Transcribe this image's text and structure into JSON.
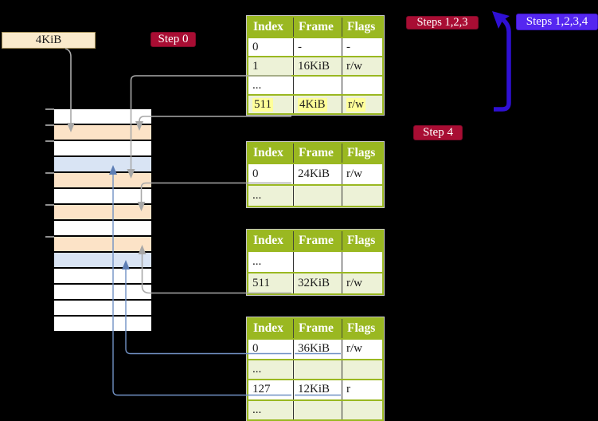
{
  "memory_box": {
    "label": "4KiB"
  },
  "badges": {
    "step0": {
      "label": "Step 0"
    },
    "steps123": {
      "label": "Steps 1,2,3"
    },
    "steps1234": {
      "label": "Steps 1,2,3,4"
    },
    "step4": {
      "label": "Step 4"
    }
  },
  "physical_memory": {
    "rows": [
      "white",
      "peach",
      "white",
      "blue",
      "peach",
      "white",
      "peach",
      "white",
      "peach",
      "blue",
      "white",
      "white",
      "white",
      "white"
    ],
    "tick_offsets_kib": [
      0,
      4,
      8,
      16,
      24,
      32
    ]
  },
  "tables": [
    {
      "name": "page-table-step0",
      "headers": [
        "Index",
        "Frame",
        "Flags"
      ],
      "rows": [
        {
          "cells": [
            "0",
            "-",
            "-"
          ],
          "shaded": false,
          "highlight": false
        },
        {
          "cells": [
            "1",
            "16KiB",
            "r/w"
          ],
          "shaded": true,
          "highlight": false
        },
        {
          "cells": [
            "...",
            "",
            ""
          ],
          "shaded": false,
          "highlight": false
        },
        {
          "cells": [
            "511",
            "4KiB",
            "r/w"
          ],
          "shaded": true,
          "highlight": true
        }
      ]
    },
    {
      "name": "page-table-step-a",
      "headers": [
        "Index",
        "Frame",
        "Flags"
      ],
      "rows": [
        {
          "cells": [
            "0",
            "24KiB",
            "r/w"
          ],
          "shaded": false,
          "highlight": false
        },
        {
          "cells": [
            "...",
            "",
            ""
          ],
          "shaded": true,
          "highlight": false
        }
      ]
    },
    {
      "name": "page-table-step-b",
      "headers": [
        "Index",
        "Frame",
        "Flags"
      ],
      "rows": [
        {
          "cells": [
            "...",
            "",
            ""
          ],
          "shaded": false,
          "highlight": false
        },
        {
          "cells": [
            "511",
            "32KiB",
            "r/w"
          ],
          "shaded": true,
          "highlight": false
        }
      ]
    },
    {
      "name": "page-table-step-c",
      "headers": [
        "Index",
        "Frame",
        "Flags"
      ],
      "rows": [
        {
          "cells": [
            "0",
            "36KiB",
            "r/w"
          ],
          "shaded": false,
          "highlight": false
        },
        {
          "cells": [
            "...",
            "",
            ""
          ],
          "shaded": true,
          "highlight": false
        },
        {
          "cells": [
            "127",
            "12KiB",
            "r"
          ],
          "shaded": false,
          "highlight": false
        },
        {
          "cells": [
            "...",
            "",
            ""
          ],
          "shaded": true,
          "highlight": false
        }
      ]
    }
  ],
  "arrows": [
    {
      "name": "4kib-box-to-frame"
    },
    {
      "name": "table1-index1-to-16kib-frame"
    },
    {
      "name": "table1-index511-to-4kib-frame"
    },
    {
      "name": "table2-index0-to-24kib-frame"
    },
    {
      "name": "table3-index511-to-32kib-frame"
    },
    {
      "name": "table4-index0-to-36kib-frame"
    },
    {
      "name": "table4-index127-to-12kib-frame"
    },
    {
      "name": "loop-back-arrow"
    }
  ],
  "colors": {
    "table_green": "#9ab821",
    "row_shade": "#edf2d7",
    "yellow_highlight": "#ffff99",
    "crimson_badge": "#a80d33",
    "violet_badge": "#5527f0",
    "thick_arrow_blue": "#2f10d4",
    "gray_connector": "#a9a9a9",
    "blue_connector": "#7191c4",
    "frame_colors": {
      "white": "#ffffff",
      "peach": "#fce3c7",
      "blue": "#d9e4f4"
    }
  }
}
